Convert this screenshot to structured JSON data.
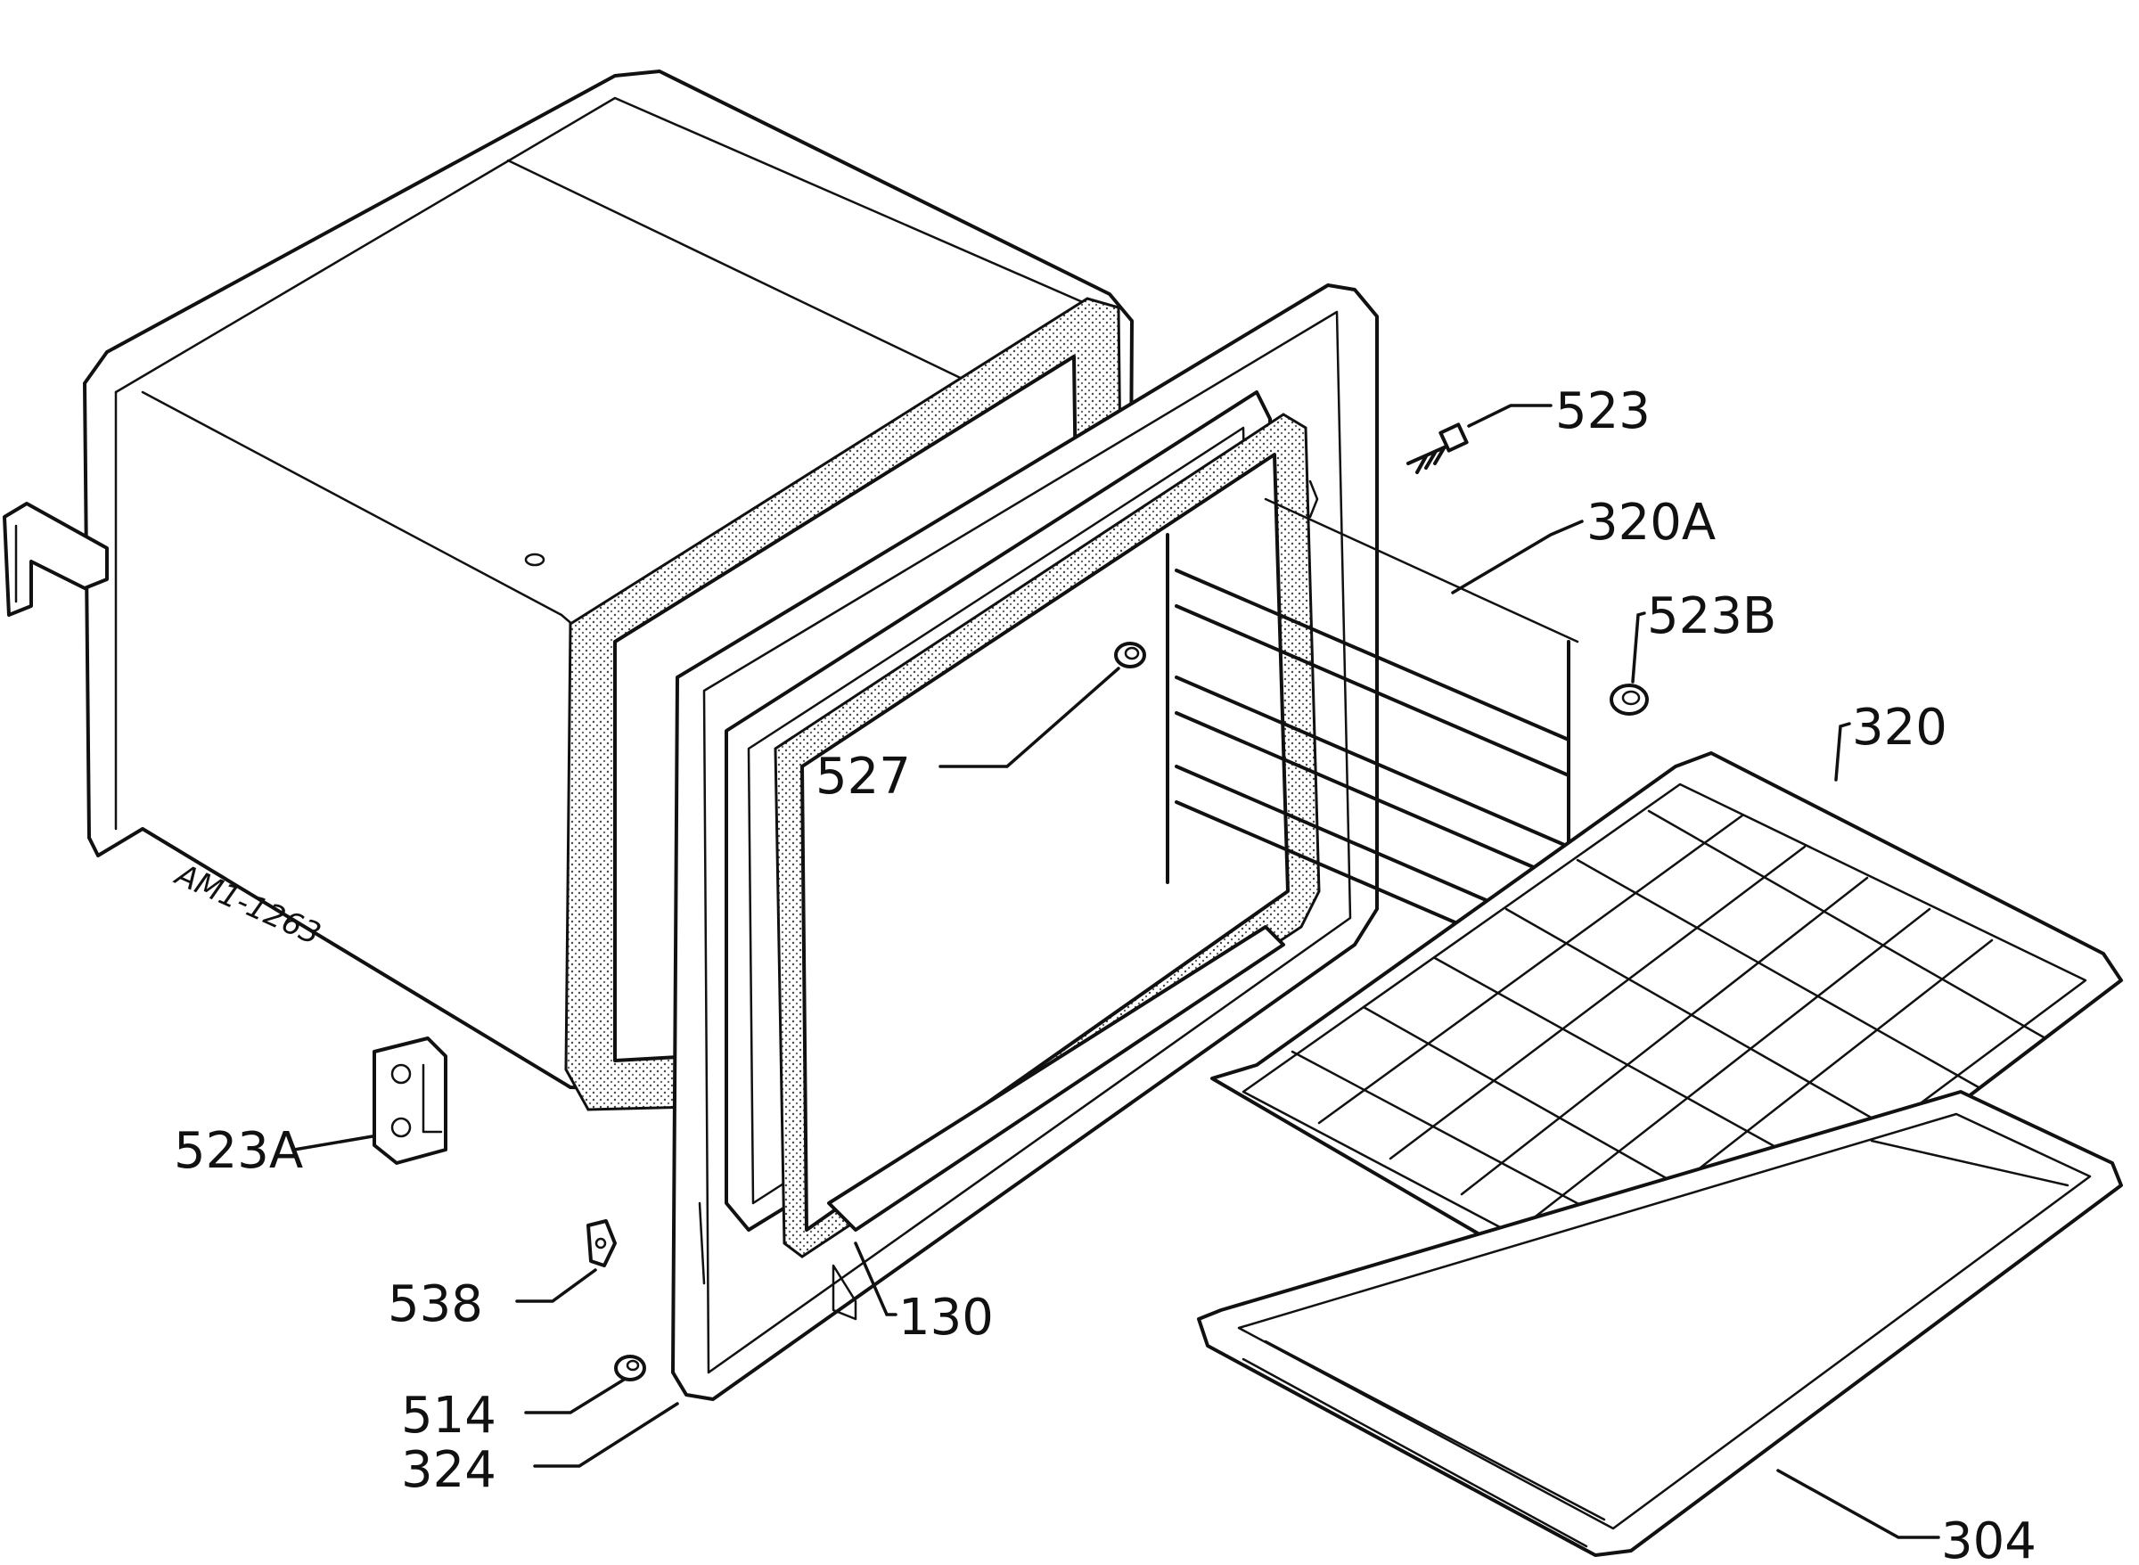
{
  "drawing_code": "AM1-1263",
  "callouts": [
    {
      "id": "523",
      "text": "523"
    },
    {
      "id": "320A",
      "text": "320A"
    },
    {
      "id": "523B",
      "text": "523B"
    },
    {
      "id": "320",
      "text": "320"
    },
    {
      "id": "527",
      "text": "527"
    },
    {
      "id": "523A",
      "text": "523A"
    },
    {
      "id": "538",
      "text": "538"
    },
    {
      "id": "130",
      "text": "130"
    },
    {
      "id": "514",
      "text": "514"
    },
    {
      "id": "324",
      "text": "324"
    },
    {
      "id": "304",
      "text": "304"
    }
  ]
}
